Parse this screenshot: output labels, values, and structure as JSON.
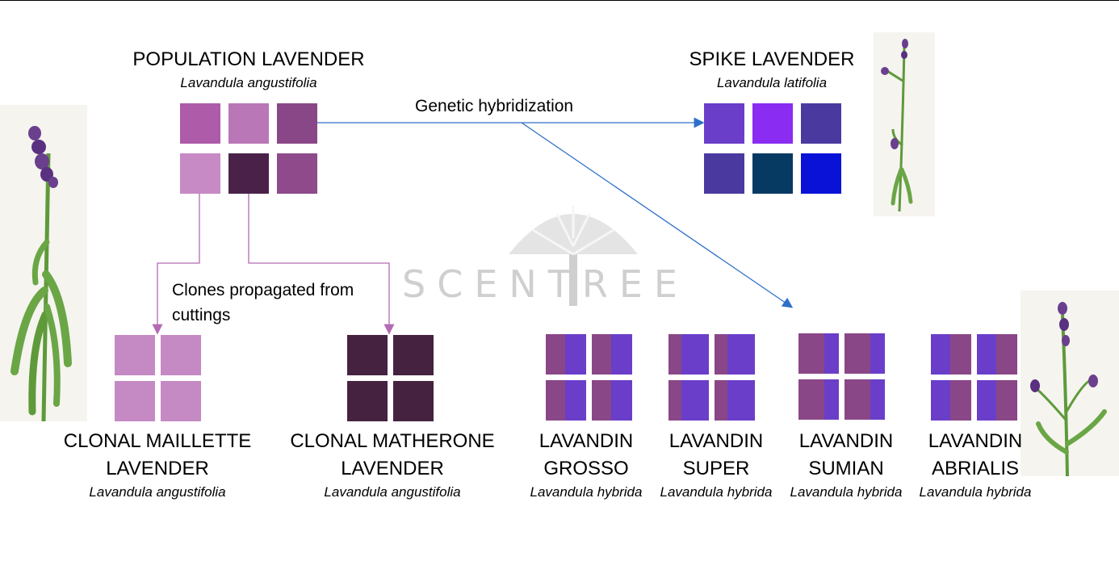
{
  "population": {
    "title": "POPULATION LAVENDER",
    "latin": "Lavandula angustifolia",
    "colors": [
      "#ae5ba9",
      "#b977b8",
      "#8a4787",
      "#c78ac4",
      "#4a2249",
      "#8e4a8b"
    ]
  },
  "spike": {
    "title": "SPIKE LAVENDER",
    "latin": "Lavandula latifolia",
    "colors": [
      "#6a3ec9",
      "#8a2cf2",
      "#4a3aa0",
      "#4a3aa0",
      "#073a63",
      "#0a12d8"
    ]
  },
  "arrows": {
    "hybridization_label": "Genetic hybridization",
    "clones_label_line1": "Clones propagated from",
    "clones_label_line2": "cuttings",
    "hybrid_color": "#2e6fc8",
    "clone_color": "#b46ab4"
  },
  "watermark": {
    "text": "SCENTREE"
  },
  "clones": [
    {
      "title_line1": "CLONAL MAILLETTE",
      "title_line2": "LAVENDER",
      "latin": "Lavandula angustifolia",
      "color": "#c58ac3"
    },
    {
      "title_line1": "CLONAL MATHERONE",
      "title_line2": "LAVENDER",
      "latin": "Lavandula angustifolia",
      "color": "#462241"
    }
  ],
  "lavandins": [
    {
      "title_line1": "LAVANDIN",
      "title_line2": "GROSSO",
      "latin": "Lavandula hybrida",
      "left": "#8a4787",
      "right": "#6a3ec9"
    },
    {
      "title_line1": "LAVANDIN",
      "title_line2": "SUPER",
      "latin": "Lavandula hybrida",
      "left": "#8a4787",
      "right": "#6a3ec9"
    },
    {
      "title_line1": "LAVANDIN",
      "title_line2": "SUMIAN",
      "latin": "Lavandula hybrida",
      "left": "#8a4787",
      "right": "#6a3ec9"
    },
    {
      "title_line1": "LAVANDIN",
      "title_line2": "ABRIALIS",
      "latin": "Lavandula hybrida",
      "left": "#6a3ec9",
      "right": "#8a4787"
    }
  ]
}
